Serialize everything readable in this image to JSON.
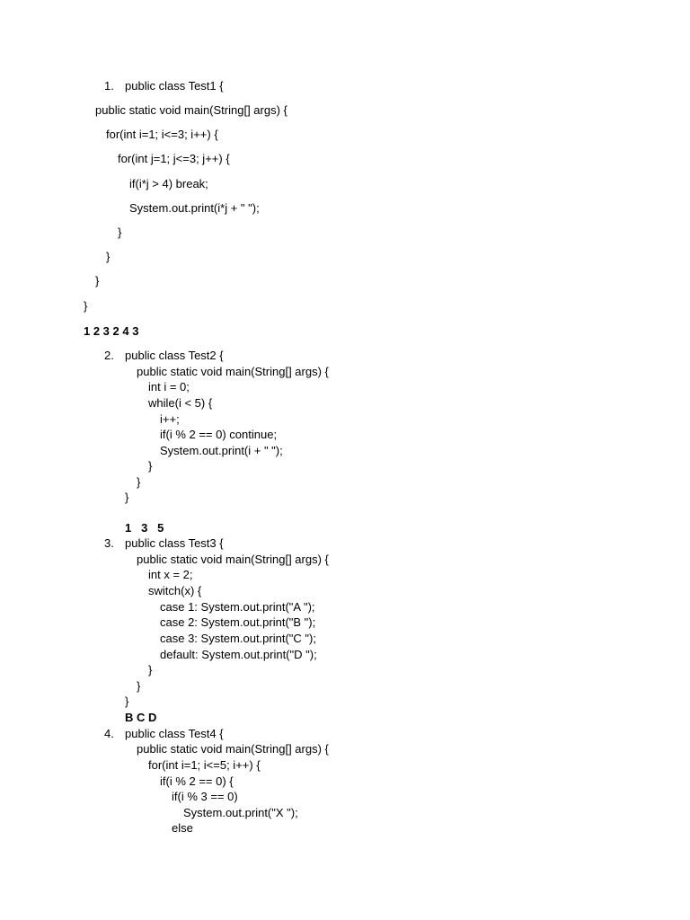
{
  "q1": {
    "number": "1.",
    "lines": [
      "public class Test1 {",
      "public static void main(String[] args) {",
      "for(int i=1; i<=3; i++) {",
      "for(int j=1; j<=3; j++) {",
      "if(i*j > 4) break;",
      "System.out.print(i*j + \" \");",
      "}",
      "}",
      "}",
      "}"
    ],
    "answer": "1 2 3 2 4 3"
  },
  "q2": {
    "number": "2.",
    "lines": [
      "public class Test2 {",
      "public static void main(String[] args) {",
      "int i = 0;",
      "while(i < 5) {",
      "i++;",
      "if(i % 2 == 0) continue;",
      "System.out.print(i + \" \");",
      "}",
      "}",
      "}"
    ],
    "answer": "1   3   5"
  },
  "q3": {
    "number": "3.",
    "lines": [
      "public class Test3 {",
      "public static void main(String[] args) {",
      "int x = 2;",
      "switch(x) {",
      "case 1: System.out.print(\"A \");",
      "case 2: System.out.print(\"B \");",
      "case 3: System.out.print(\"C \");",
      "default: System.out.print(\"D \");",
      "}",
      "}",
      "}"
    ],
    "answer": "B C D"
  },
  "q4": {
    "number": "4.",
    "lines": [
      "public class Test4 {",
      "public static void main(String[] args) {",
      "for(int i=1; i<=5; i++) {",
      "if(i % 2 == 0) {",
      "if(i % 3 == 0)",
      "System.out.print(\"X \");",
      "else"
    ]
  }
}
